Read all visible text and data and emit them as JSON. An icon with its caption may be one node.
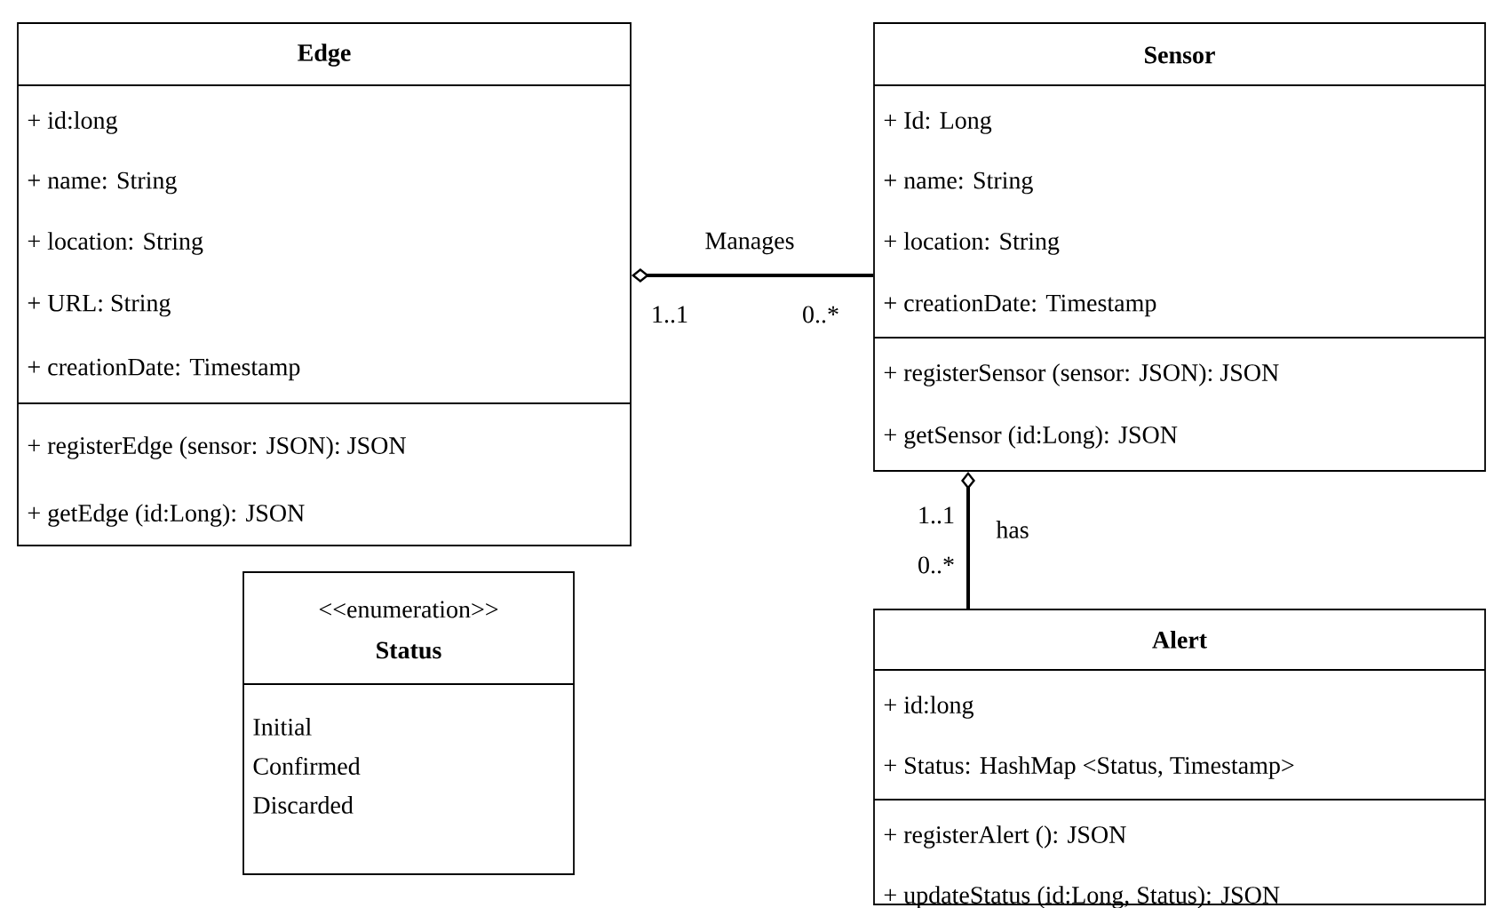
{
  "diagram": {
    "nodes": [
      {
        "text": [
          "Edge",
          "+ id:long",
          "+ name: String",
          "+ location: String",
          "+ URL: String",
          "+ creationDate: Timestamp",
          "+ registerEdge (sensor: JSON): JSON",
          "+ getEdge (id:Long): JSON"
        ]
      },
      {
        "text": [
          "Sensor",
          "+ Id: Long",
          "+ name: String",
          "+ location: String",
          "+ creationDate: Timestamp",
          "+ registerSensor (sensor: JSON): JSON",
          "+ getSensor (id:Long): JSON"
        ]
      },
      {
        "text": [
          "Alert",
          "+ id:long",
          "+ Status: HashMap <Status, Timestamp>",
          "+ registerAlert (): JSON",
          "+ updateStatus (id:Long, Status): JSON"
        ]
      },
      {
        "text": [
          "<<enumeration>>",
          "Status",
          "Initial",
          "Confirmed",
          "Discarded"
        ]
      }
    ],
    "edges": [
      {
        "from": 0,
        "to": 1,
        "arrow": "other",
        "label": "Manages"
      },
      {
        "from": 1,
        "to": 2,
        "arrow": "other",
        "label": "has"
      }
    ],
    "labels": [
      "1..1",
      "0..*",
      "1..1",
      "0..*"
    ]
  }
}
